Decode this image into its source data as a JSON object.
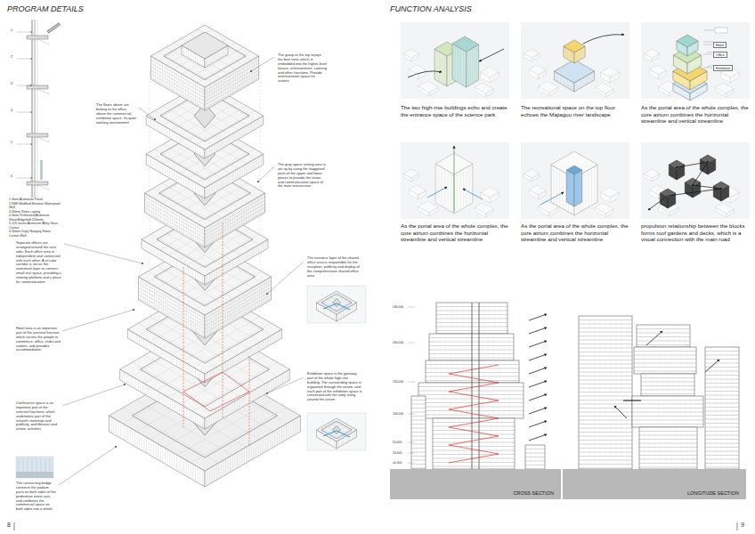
{
  "diagram": {
    "nodes": [
      {
        "text": [
          "CROSS SECTION"
        ]
      },
      {
        "text": [
          "LONGITUDE SECTION"
        ]
      },
      {
        "text": [
          "Hotel"
        ]
      },
      {
        "text": [
          "Office"
        ]
      },
      {
        "text": [
          "Exhibition"
        ]
      }
    ],
    "labels": [
      "PROGRAM DETAILS",
      "FUNCTION ANALYSIS",
      "1",
      "2",
      "3",
      "4",
      "5",
      "6",
      "1.3mm Aluminum Panel",
      "2.SBS Modified Bitumen Waterproof Wall",
      "3.30mm Stone coping",
      "4.3mm Perforated Aluminum Sheet(Edgefold 200mm)",
      "5.125 series Aluminum Alloy Glass Curtain",
      "6.30mm Dryly Hanging Stone Curtain Wall",
      "The group at the top enjoys the best view, which is embedded into the higher-level leisure, entertainment, catering and other functions. Provide entertainment space for visitors.",
      "The floors above are belong to the office, above the commercial, exhibition space. Its quiet working environment",
      "The gray space resting area is set up by using the staggered parts of the upper and lower planes to provide the vision and communication space of the main intersection.",
      "Separate offices are arranged around the core tube. Each office area is independent and connected with each other. A circular corridor is set on the outermost layer to connect small rest space, providing a viewing platform and a place for communication",
      "The entrance layer of the shared office area is responsible for the reception, publicity and display of the comprehensive shared office area",
      "Hotel area is an important part of the external function, which serves the people in commerce, office, clubs and visitors, and provides accommodation",
      "Exhibition space is the gateway part of the whole high-rise building. The surrounding space is organized through the atrium, and each part of the exhibition space is connected with the ramp rising around the atrium",
      "Conference space is an important part of the external functions, which undertakes part of the school's meetings and publicity, and libraries and artistic activities",
      "The connecting bridge connects the podium parts on both sides of the pedestrian street axis, and combines the commercial space on both sides into a whole",
      "8",
      "9",
      "The two high-rise buildings echo and create the entrance space of the science park",
      "The recreational space on the top floor echoes the Majiagou river landscape",
      "As the portal area of the whole complex, the core atrium combines the horizontal streamline and vertical streamline",
      "As the portal area of the whole complex, the core atrium combines the horizontal streamline and vertical streamline",
      "As the portal area of the whole complex, the core atrium combines the horizontal streamline and vertical streamline",
      "propulsion relationship between the blocks forms roof gardens and decks, which is a visual connection with the main road",
      "240.000",
      "200.000",
      "150.000",
      "100.000",
      "50.000",
      "20.000",
      "±0.000"
    ]
  }
}
